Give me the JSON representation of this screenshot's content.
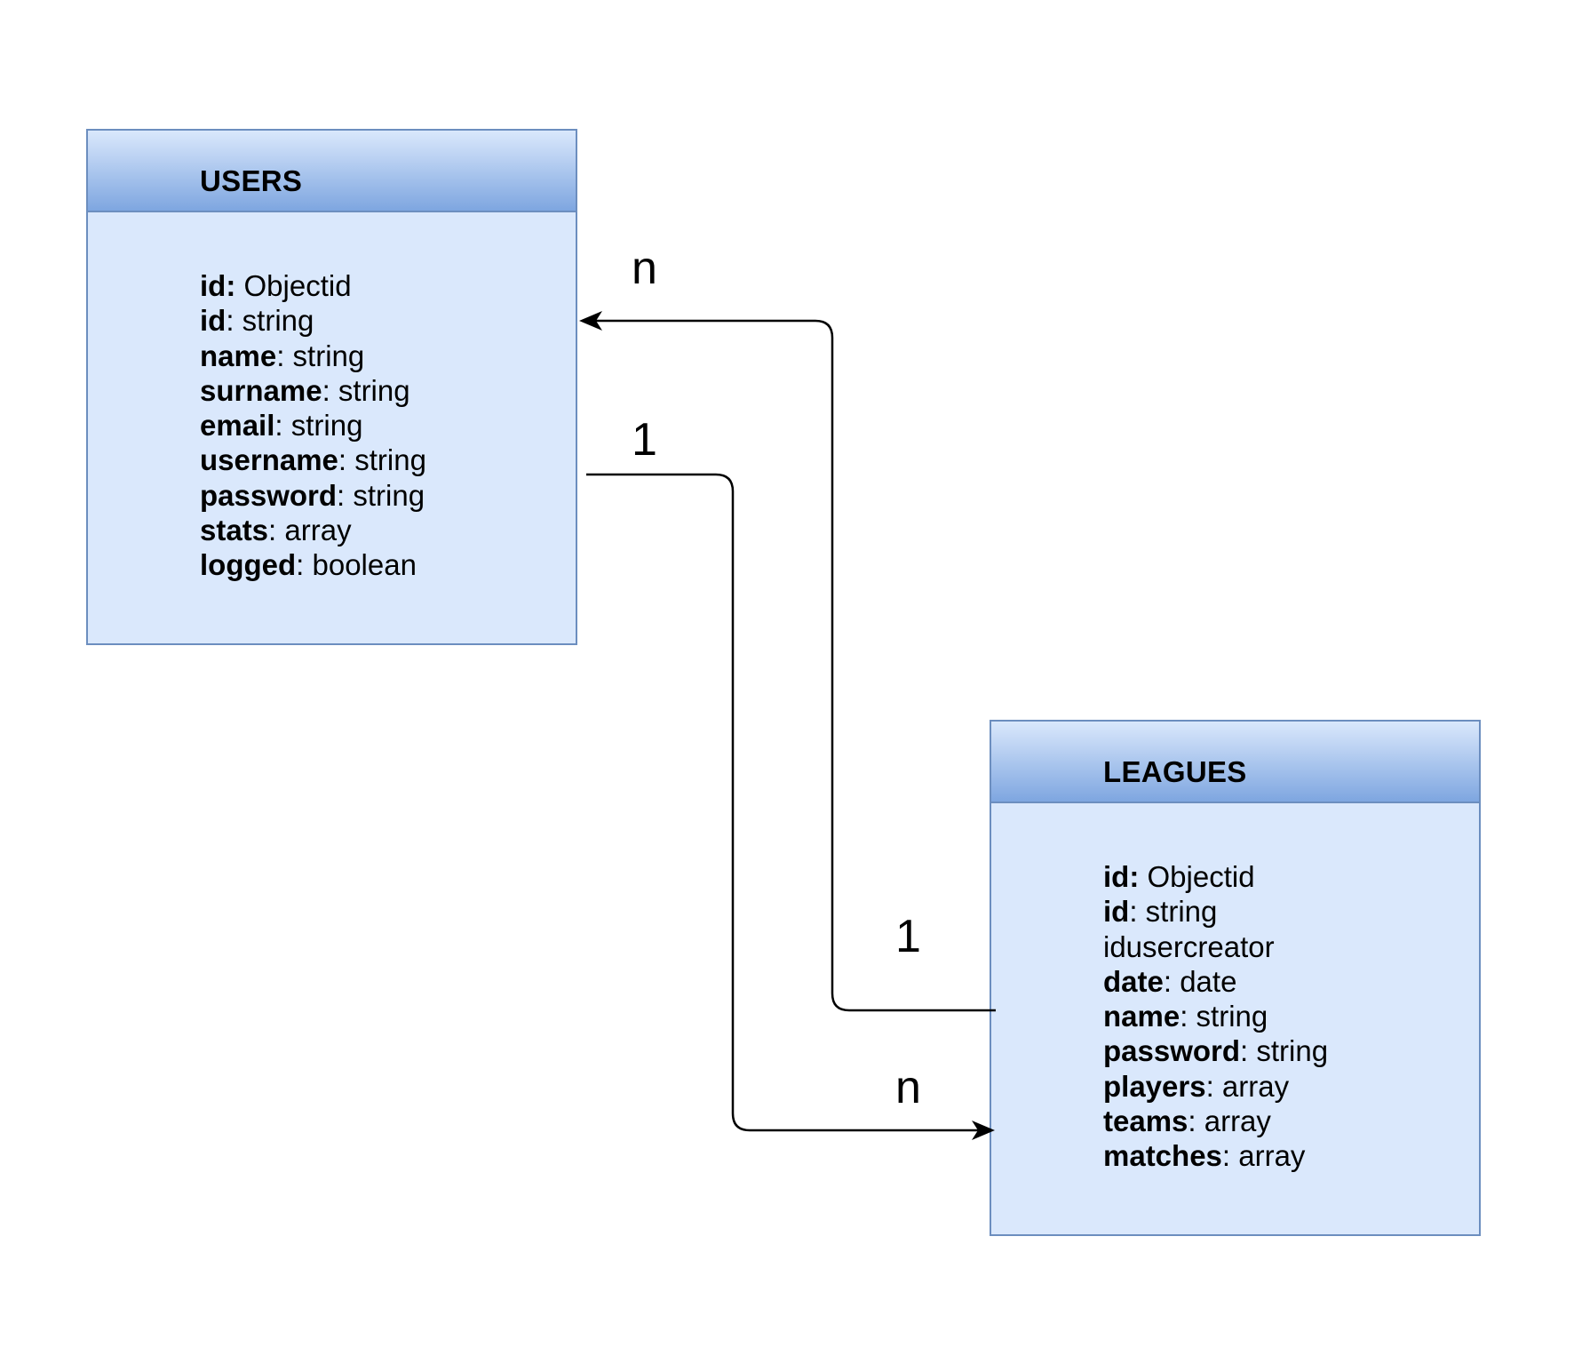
{
  "entities": {
    "users": {
      "title": "USERS",
      "fields": [
        {
          "name": "id:",
          "type": " Objectid"
        },
        {
          "name": "id",
          "type": ": string"
        },
        {
          "name": "name",
          "type": ": string"
        },
        {
          "name": "surname",
          "type": ": string"
        },
        {
          "name": "email",
          "type": ": string"
        },
        {
          "name": "username",
          "type": ": string"
        },
        {
          "name": "password",
          "type": ": string"
        },
        {
          "name": "stats",
          "type": ": array"
        },
        {
          "name": "logged",
          "type": ": boolean"
        }
      ]
    },
    "leagues": {
      "title": "LEAGUES",
      "fields": [
        {
          "name": "id:",
          "type": " Objectid"
        },
        {
          "name": "id",
          "type": ": string"
        },
        {
          "name": "",
          "type": "idusercreator"
        },
        {
          "name": "date",
          "type": ": date"
        },
        {
          "name": "name",
          "type": ": string"
        },
        {
          "name": "password",
          "type": ": string"
        },
        {
          "name": "players",
          "type": ": array"
        },
        {
          "name": "teams",
          "type": ": array"
        },
        {
          "name": "matches",
          "type": ": array"
        }
      ]
    }
  },
  "relations": {
    "leagues_to_users": {
      "from": "LEAGUES",
      "to": "USERS",
      "source_cardinality": "1",
      "target_cardinality": "n"
    },
    "users_to_leagues": {
      "from": "USERS",
      "to": "LEAGUES",
      "source_cardinality": "1",
      "target_cardinality": "n"
    }
  },
  "colors": {
    "entity_fill": "#dae8fc",
    "entity_stroke": "#6c8ebf",
    "header_gradient_end": "#7ea6e0",
    "edge": "#000000"
  }
}
